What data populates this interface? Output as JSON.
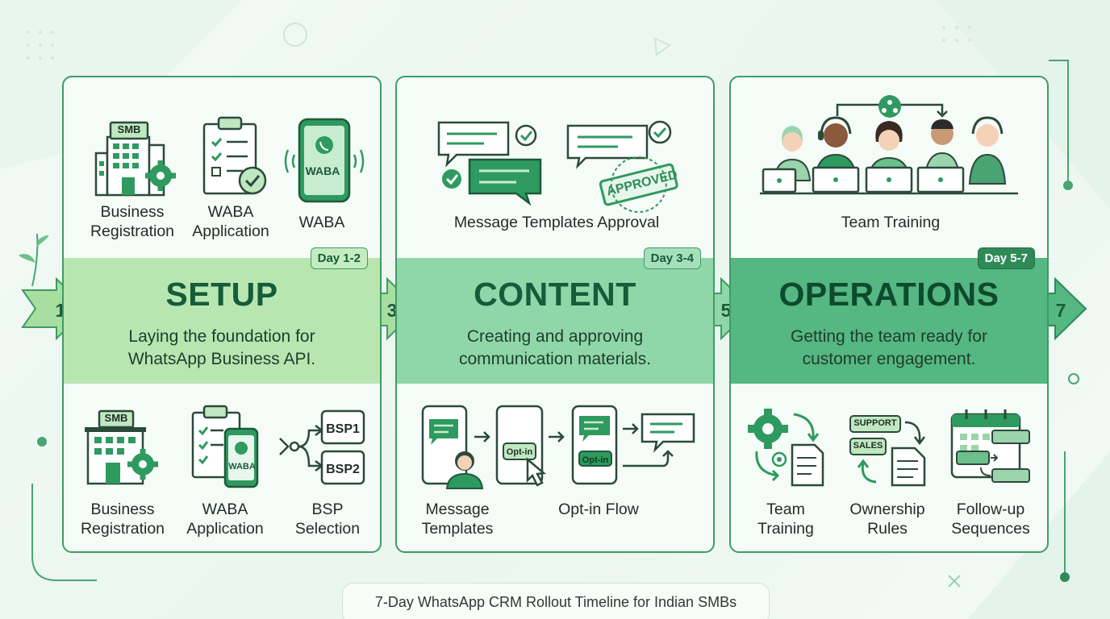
{
  "footer_title": "7-Day WhatsApp CRM Rollout Timeline for Indian SMBs",
  "colors": {
    "primary": "#2e9a5f",
    "dark": "#155c3a",
    "light_band": "#b7e6b0",
    "mid_band": "#8fd7a8",
    "deep_band": "#55b781"
  },
  "step_numbers": [
    "1",
    "3",
    "5",
    "7"
  ],
  "phases": [
    {
      "title": "SETUP",
      "day": "Day 1-2",
      "description_line1": "Laying the foundation for",
      "description_line2": "WhatsApp Business API.",
      "top_items": [
        {
          "line1": "Business",
          "line2": "Registration",
          "icon": "office-building-gear-icon",
          "sign": "SMB"
        },
        {
          "line1": "WABA",
          "line2": "Application",
          "icon": "clipboard-checklist-icon"
        },
        {
          "line1": "WABA",
          "line2": "",
          "icon": "phone-whatsapp-icon",
          "screen_text": "WABA"
        }
      ],
      "bottom_items": [
        {
          "line1": "Business",
          "line2": "Registration",
          "icon": "office-building-gear-icon",
          "sign": "SMB"
        },
        {
          "line1": "WABA",
          "line2": "Application",
          "icon": "clipboard-phone-icon",
          "screen_text": "WABA"
        },
        {
          "line1": "BSP",
          "line2": "Selection",
          "icon": "bsp-branch-icon",
          "options": [
            "BSP1",
            "BSP2"
          ]
        }
      ]
    },
    {
      "title": "CONTENT",
      "day": "Day 3-4",
      "description_line1": "Creating and approving",
      "description_line2": "communication materials.",
      "top_items": [
        {
          "line1": "Message Templates Approval",
          "line2": "",
          "icon": "chat-bubbles-approved-icon",
          "stamp": "APPROVED"
        }
      ],
      "bottom_items": [
        {
          "line1": "Message",
          "line2": "Templates",
          "icon": "phone-user-icon"
        },
        {
          "line1": "Opt-in Flow",
          "line2": "",
          "icon": "optin-flow-icon",
          "buttons": [
            "Opt-in",
            "Opt-in"
          ]
        }
      ]
    },
    {
      "title": "OPERATIONS",
      "day": "Day 5-7",
      "description_line1": "Getting the team ready for",
      "description_line2": "customer engagement.",
      "top_items": [
        {
          "line1": "Team Training",
          "line2": "",
          "icon": "team-headset-icon"
        }
      ],
      "bottom_items": [
        {
          "line1": "Team",
          "line2": "Training",
          "icon": "gears-document-icon"
        },
        {
          "line1": "Ownership",
          "line2": "Rules",
          "icon": "routing-rules-icon",
          "tags": [
            "SUPPORT",
            "SALES"
          ]
        },
        {
          "line1": "Follow-up",
          "line2": "Sequences",
          "icon": "calendar-sequence-icon"
        }
      ]
    }
  ]
}
